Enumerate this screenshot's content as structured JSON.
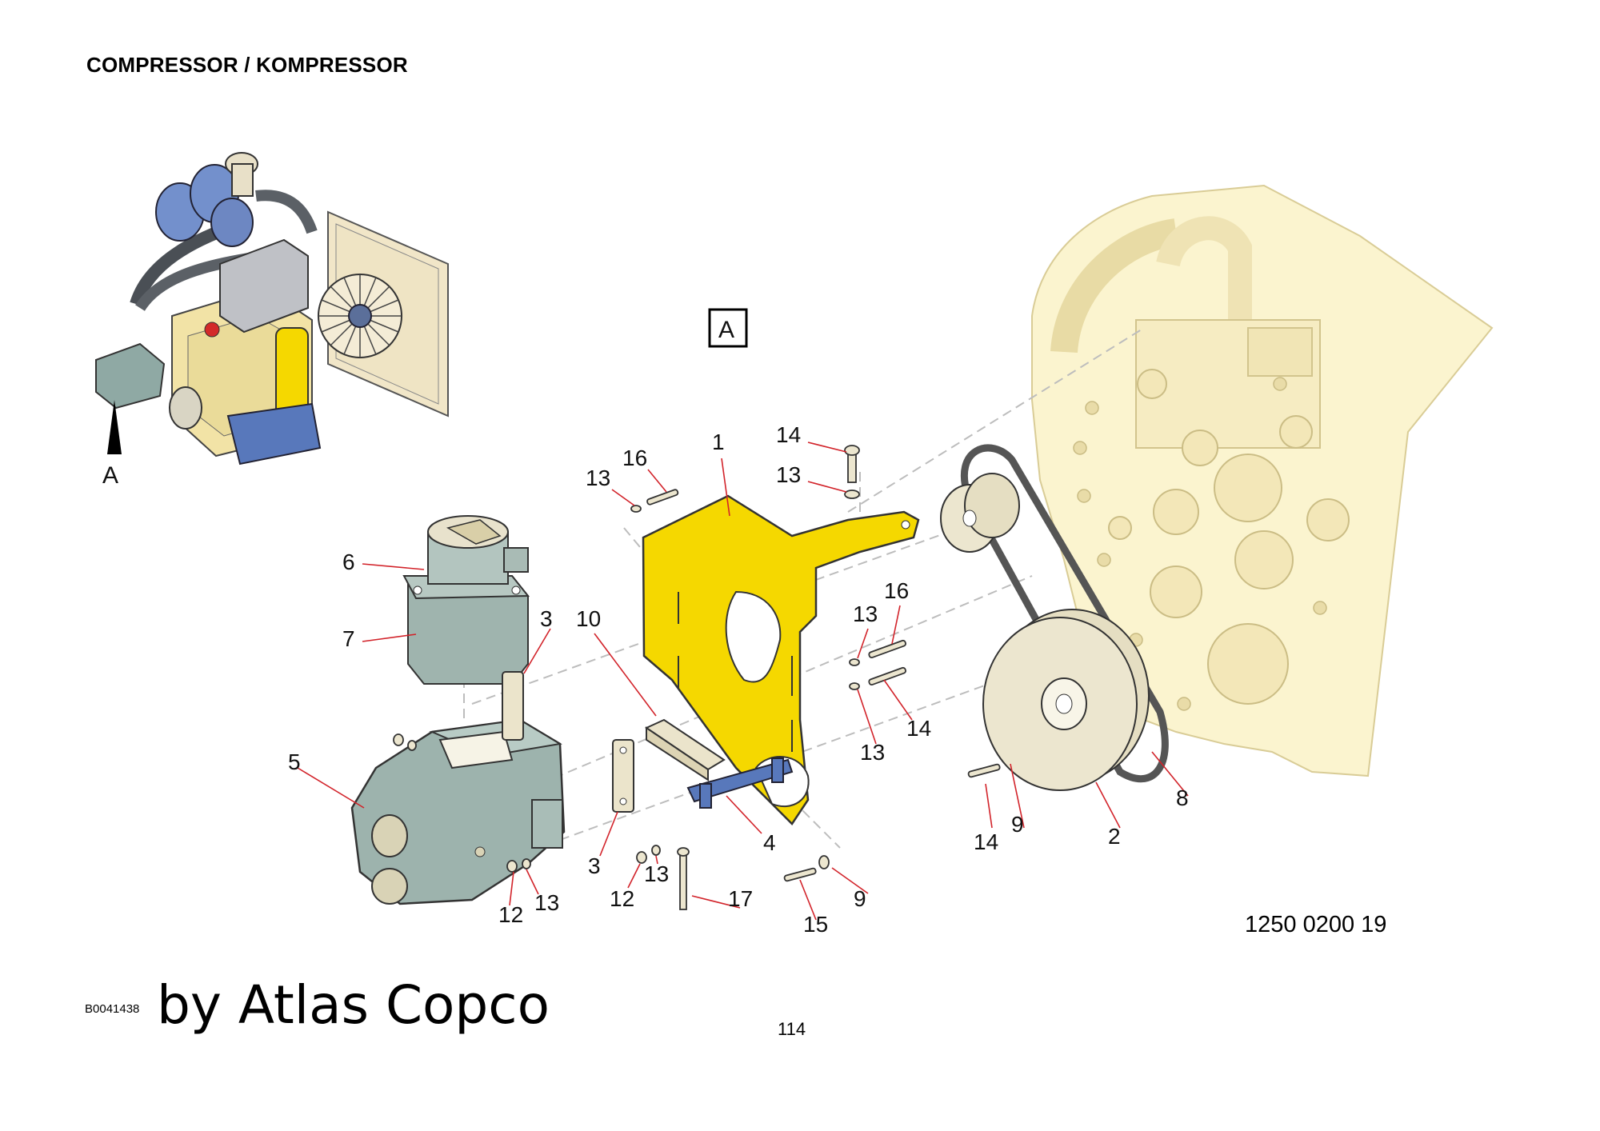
{
  "page": {
    "title": "COMPRESSOR / KOMPRESSOR",
    "doc_code": "B0041438",
    "brand_text": "by Atlas Copco",
    "page_number": "114",
    "drawing_number": "1250 0200 19"
  },
  "views": {
    "overview_arrow_label": "A",
    "view_box_label": "A"
  },
  "colors": {
    "bracket": "#f5d800",
    "compressor": "#9db3ad",
    "pulley": "#ece6cf",
    "engine_ghost": "#fbf4cf",
    "callout_line": "#d2232a",
    "blue_parts": "#5878bb"
  },
  "callouts": [
    {
      "id": "c1",
      "number": "1"
    },
    {
      "id": "c16a",
      "number": "16"
    },
    {
      "id": "c13a",
      "number": "13"
    },
    {
      "id": "c14a",
      "number": "14"
    },
    {
      "id": "c13b",
      "number": "13"
    },
    {
      "id": "c6",
      "number": "6"
    },
    {
      "id": "c7",
      "number": "7"
    },
    {
      "id": "c3a",
      "number": "3"
    },
    {
      "id": "c10",
      "number": "10"
    },
    {
      "id": "c13c",
      "number": "13"
    },
    {
      "id": "c16b",
      "number": "16"
    },
    {
      "id": "c14b",
      "number": "14"
    },
    {
      "id": "c13d",
      "number": "13"
    },
    {
      "id": "c5",
      "number": "5"
    },
    {
      "id": "c3b",
      "number": "3"
    },
    {
      "id": "c12a",
      "number": "12"
    },
    {
      "id": "c13e",
      "number": "13"
    },
    {
      "id": "c4",
      "number": "4"
    },
    {
      "id": "c12b",
      "number": "12"
    },
    {
      "id": "c13f",
      "number": "13"
    },
    {
      "id": "c17",
      "number": "17"
    },
    {
      "id": "c15",
      "number": "15"
    },
    {
      "id": "c9a",
      "number": "9"
    },
    {
      "id": "c14c",
      "number": "14"
    },
    {
      "id": "c9b",
      "number": "9"
    },
    {
      "id": "c2",
      "number": "2"
    },
    {
      "id": "c8",
      "number": "8"
    }
  ]
}
